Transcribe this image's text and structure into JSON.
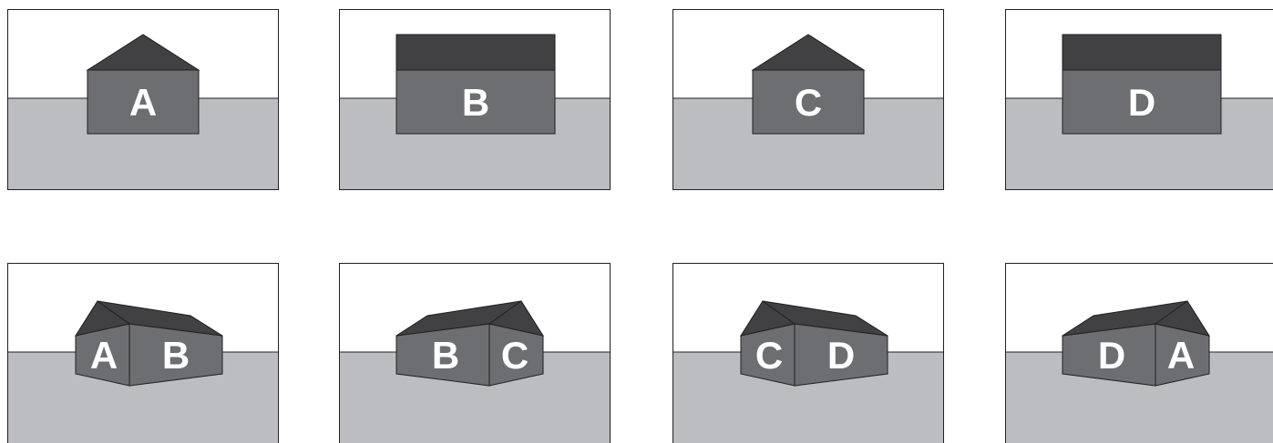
{
  "colors": {
    "ground": "#bcbdc1",
    "wall": "#6d6e71",
    "roof": "#414042",
    "outline": "#231f20",
    "label": "#ffffff"
  },
  "front_views": [
    {
      "label": "A",
      "roof": "gable"
    },
    {
      "label": "B",
      "roof": "flat"
    },
    {
      "label": "C",
      "roof": "gable"
    },
    {
      "label": "D",
      "roof": "flat"
    }
  ],
  "corner_views": [
    {
      "left_label": "A",
      "right_label": "B"
    },
    {
      "left_label": "B",
      "right_label": "C"
    },
    {
      "left_label": "C",
      "right_label": "D"
    },
    {
      "left_label": "D",
      "right_label": "A"
    }
  ]
}
